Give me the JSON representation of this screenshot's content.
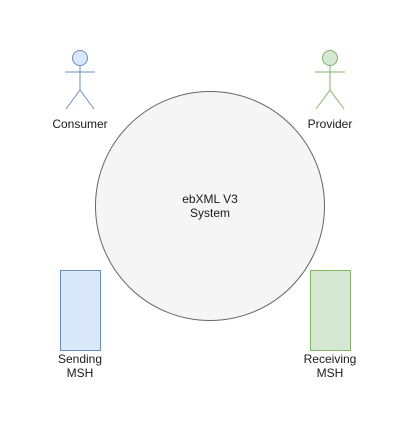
{
  "diagram": {
    "colors": {
      "consumer_stroke": "#6c8ebf",
      "consumer_fill": "#dae8fc",
      "provider_stroke": "#82b366",
      "provider_fill": "#d5e8d4",
      "system_fill": "#f5f5f5",
      "system_stroke": "#666666"
    },
    "actors": {
      "consumer": {
        "label": "Consumer"
      },
      "provider": {
        "label": "Provider"
      }
    },
    "system": {
      "line1": "ebXML V3",
      "line2": "System"
    },
    "components": {
      "sending_msh": {
        "line1": "Sending",
        "line2": "MSH"
      },
      "receiving_msh": {
        "line1": "Receiving",
        "line2": "MSH"
      }
    }
  }
}
